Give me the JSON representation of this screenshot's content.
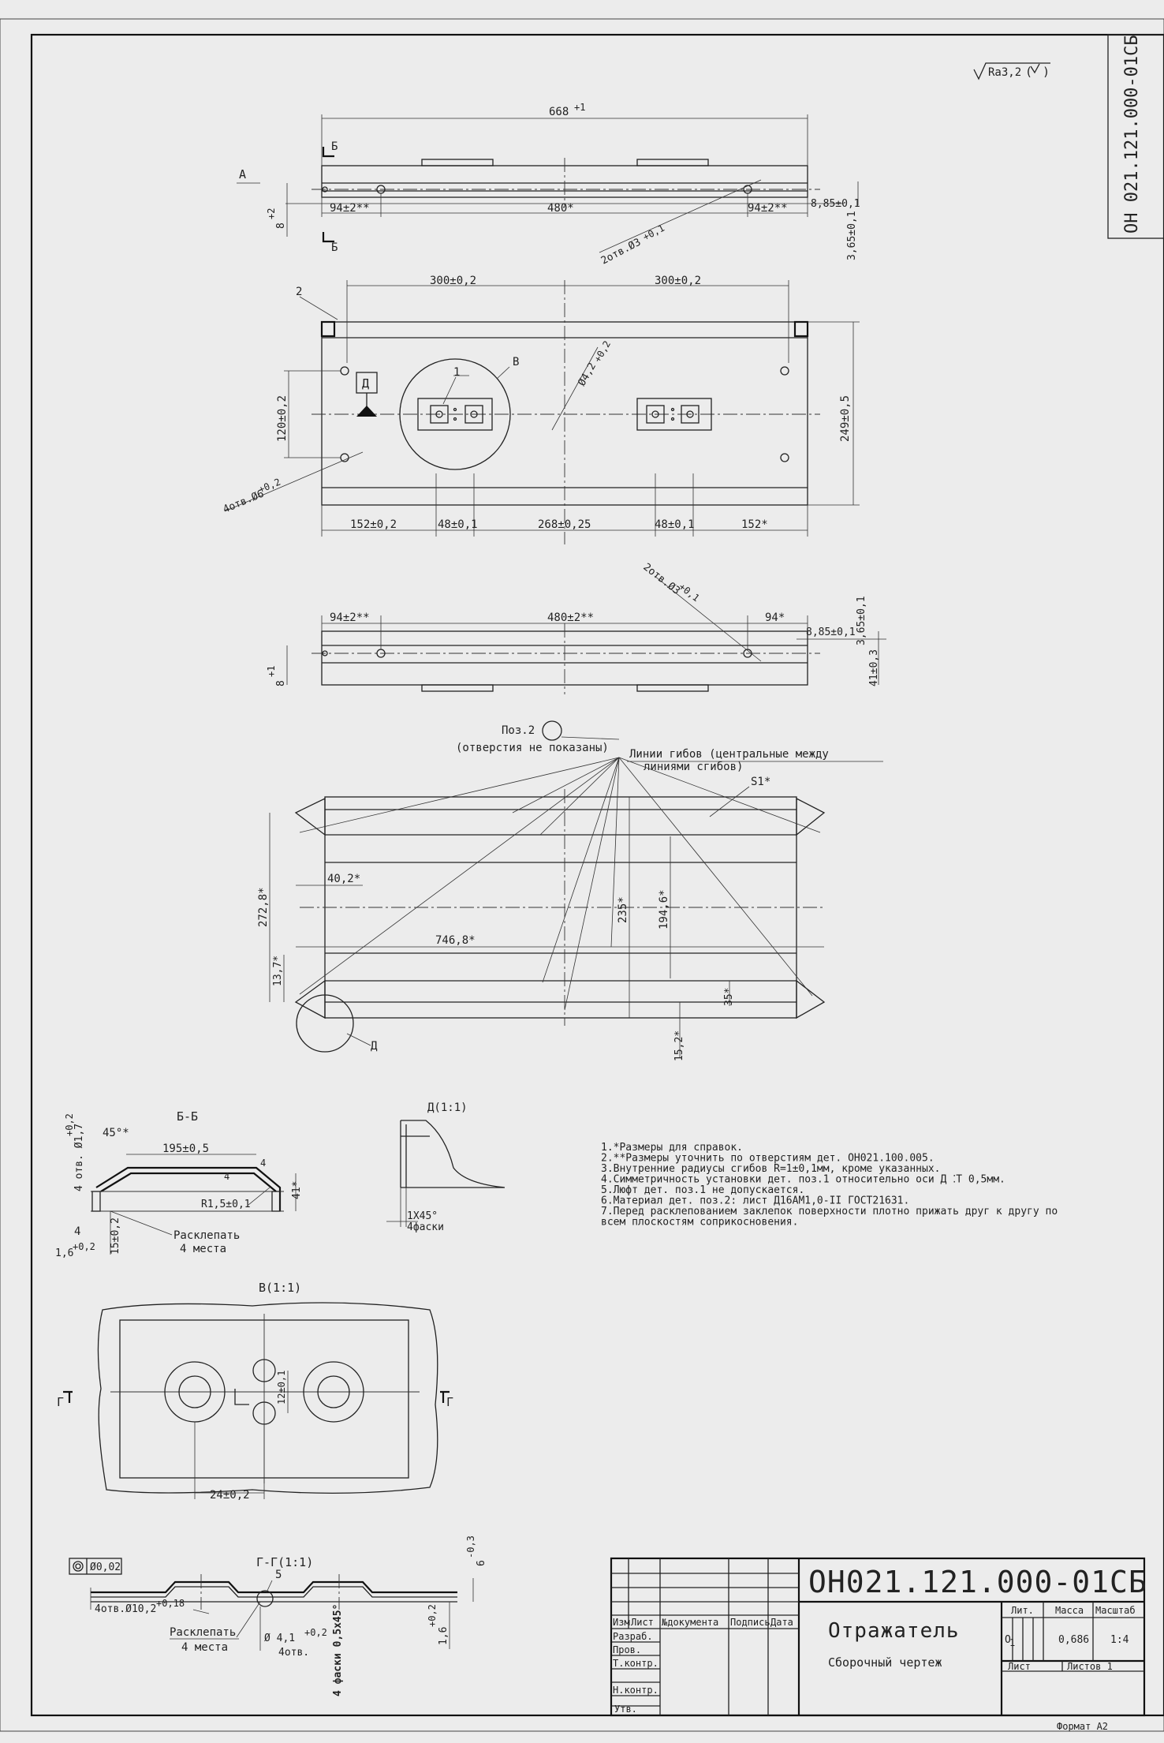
{
  "drawing": {
    "roughness": "Ra3,2",
    "designation_side": "ОН 021.121.000-01СБ",
    "format": "Формат А2"
  },
  "top_view": {
    "overall": "668",
    "overall_tol": "+1",
    "section_mark": "Б",
    "view_mark": "А",
    "left_offset": "94±2**",
    "center_span": "480*",
    "right_offset": "94±2**",
    "edge_dim": "8,85±0,1",
    "height_small": "8",
    "height_small_tol": "+2",
    "thickness": "3,65±0,1",
    "holes": "2отв.Ø3",
    "holes_tol": "+0,1"
  },
  "plan_view": {
    "pos2_label": "2",
    "left_half": "300±0,2",
    "right_half": "300±0,2",
    "pos1_label": "1",
    "view_b_label": "В",
    "d_label": "Д",
    "hole_dia": "Ø4,2",
    "hole_dia_tol": "+0,2",
    "vertical_spacing": "120±0,2",
    "height": "249±0,5",
    "holes4": "4отв.Ø6",
    "holes4_tol": "+0,2",
    "b1": "152±0,2",
    "b2": "48±0,1",
    "b3": "268±0,25",
    "b4": "48±0,1",
    "b5": "152*"
  },
  "bottom_view": {
    "holes": "2отв.Ø3",
    "holes_tol": "+0,1",
    "left_offset": "94±2**",
    "center_span": "480±2**",
    "right_offset": "94*",
    "edge_dim": "8,85±0,1",
    "thickness": "3,65±0,1",
    "height_small": "8",
    "height_small_tol": "+1",
    "height_41": "41±0,3"
  },
  "blank_view": {
    "pos_label": "Поз.2",
    "holes_note": "(отверстия не показаны)",
    "bend_lines": "Линии гибов (центральные между",
    "bend_lines2": "линиями сгибов)",
    "s1": "S1*",
    "w_40": "40,2*",
    "h_272": "272,8*",
    "h_13": "13,7*",
    "w_746": "746,8*",
    "h_235": "235*",
    "h_194": "194,6*",
    "h_35": "35*",
    "h_15": "15,2*",
    "detail_d": "Д"
  },
  "section_bb": {
    "title": "Б-Б",
    "angle": "45°*",
    "width": "195±0,5",
    "holes": "4 отв. Ø1,7",
    "holes_tol": "+0,2",
    "radius": "R1,5±0,1",
    "pos4": "4",
    "rivet": "Расклепать",
    "rivet_places": "4 места",
    "dim_15": "15±0,2",
    "dim_16": "1,6",
    "dim_16_tol": "+0,2",
    "dim_41": "41*",
    "pos4b": "4"
  },
  "detail_d": {
    "title": "Д(1:1)",
    "chamfer": "1Х45°",
    "chamfer_note": "4фаски"
  },
  "notes": [
    "1.*Размеры для справок.",
    "2.**Размеры уточнить по отверстиям дет. ОН021.100.005.",
    "3.Внутренние радиусы сгибов R=1±0,1мм, кроме указанных.",
    "4.Симметричность установки дет. поз.1 относительно оси Д   ⁚Т 0,5мм.",
    "5.Люфт дет. поз.1 не допускается.",
    "6.Материал дет. поз.2: лист Д16АМ1,0-II ГОСТ21631.",
    "7.Перед расклепованием заклепок поверхности плотно прижать друг к другу по",
    "всем плоскостям соприкосновения."
  ],
  "view_b": {
    "title": "В(1:1)",
    "section_mark": "Г",
    "dim_24": "24±0,2",
    "dim_12": "12±0,1"
  },
  "section_gg": {
    "title": "Г-Г(1:1)",
    "tol_frame": "Ø0,02",
    "holes": "4отв.Ø10,2",
    "holes_tol": "+0,18",
    "rivet": "Расклепать",
    "rivet_places": "4 места",
    "pos5": "5",
    "dia41": "Ø 4,1",
    "dia41_tol": "+0,2",
    "holes4": "4отв.",
    "chamfer": "4 фаски 0,5х45°",
    "dim_16": "1,6",
    "dim_16_tol": "+0,2",
    "dim_6": "6",
    "dim_6_tol": "-0,3"
  },
  "title_block": {
    "designation": "ОН021.121.000-01СБ",
    "name": "Отражатель",
    "doc_type": "Сборочный чертеж",
    "col_izm": "Изм",
    "col_list": "Лист",
    "col_doc": "№документа",
    "col_sign": "Подпись",
    "col_date": "Дата",
    "row_razrab": "Разраб.",
    "row_prov": "Пров.",
    "row_tkontr": "Т.контр.",
    "row_nkontr": "Н.контр.",
    "row_utv": "Утв.",
    "lit": "Лит.",
    "massa": "Масса",
    "masshtab": "Масштаб",
    "lit_val": "О",
    "lit_sub": "1",
    "massa_val": "0,686",
    "scale_val": "1:4",
    "list": "Лист",
    "listov": "Листов 1"
  }
}
